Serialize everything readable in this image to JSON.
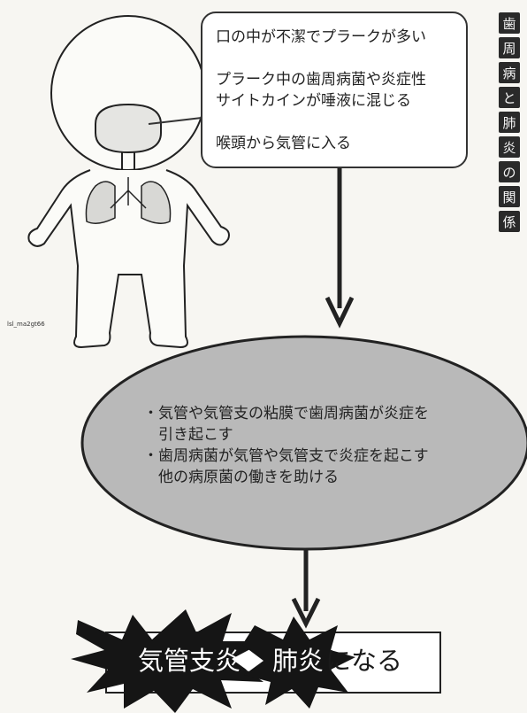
{
  "vertical_title": [
    "歯",
    "周",
    "病",
    "と",
    "肺",
    "炎",
    "の",
    "関",
    "係"
  ],
  "top_box": {
    "line1": "口の中が不潔でプラークが多い",
    "line2a": "プラーク中の歯周病菌や炎症性",
    "line2b": "サイトカインが唾液に混じる",
    "line3": "喉頭から気管に入る"
  },
  "ellipse": {
    "line1": "・気管や気管支の粘膜で歯周病菌が炎症を",
    "line2": "　引き起こす",
    "line3": "・歯周病菌が気管や気管支で炎症を起こす",
    "line4": "　他の病原菌の働きを助ける"
  },
  "result": {
    "part1": "気管支炎、",
    "part2": "肺炎",
    "part3": "になる"
  },
  "illustration_id": "lsl_ma2gt66",
  "colors": {
    "ellipse_fill": "#b9b9b9",
    "burst_fill": "#151515",
    "title_bg": "#2a2a2a"
  }
}
